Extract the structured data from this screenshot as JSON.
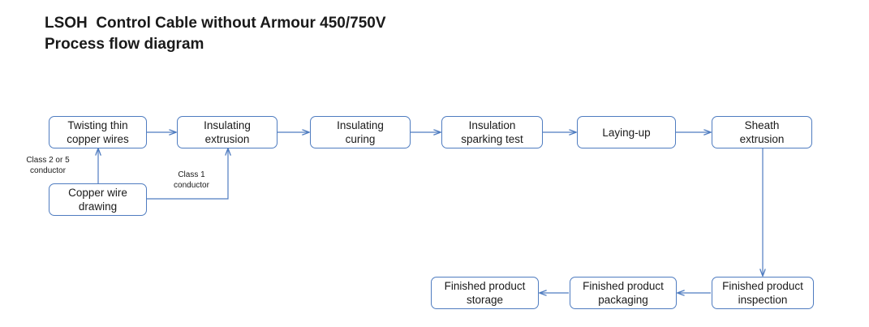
{
  "title": {
    "line1": "LSOH  Control Cable without Armour 450/750V",
    "line2": "Process flow diagram"
  },
  "colors": {
    "box_border": "#4f7cc0",
    "connector": "#4f7cc0",
    "background": "#ffffff",
    "text": "#1a1a1a"
  },
  "nodes": [
    {
      "id": "twisting",
      "label": "Twisting thin\ncopper wires"
    },
    {
      "id": "ins_extrusion",
      "label": "Insulating\nextrusion"
    },
    {
      "id": "ins_curing",
      "label": "Insulating\ncuring"
    },
    {
      "id": "sparking",
      "label": "Insulation\nsparking test"
    },
    {
      "id": "laying_up",
      "label": "Laying-up"
    },
    {
      "id": "sheath",
      "label": "Sheath\nextrusion"
    },
    {
      "id": "copper_drawing",
      "label": "Copper wire\ndrawing"
    },
    {
      "id": "inspection",
      "label": "Finished product\ninspection"
    },
    {
      "id": "packaging",
      "label": "Finished product\npackaging"
    },
    {
      "id": "storage",
      "label": "Finished product\nstorage"
    }
  ],
  "edge_labels": [
    {
      "id": "class25",
      "label": "Class 2 or 5\nconductor"
    },
    {
      "id": "class1",
      "label": "Class 1\nconductor"
    }
  ]
}
